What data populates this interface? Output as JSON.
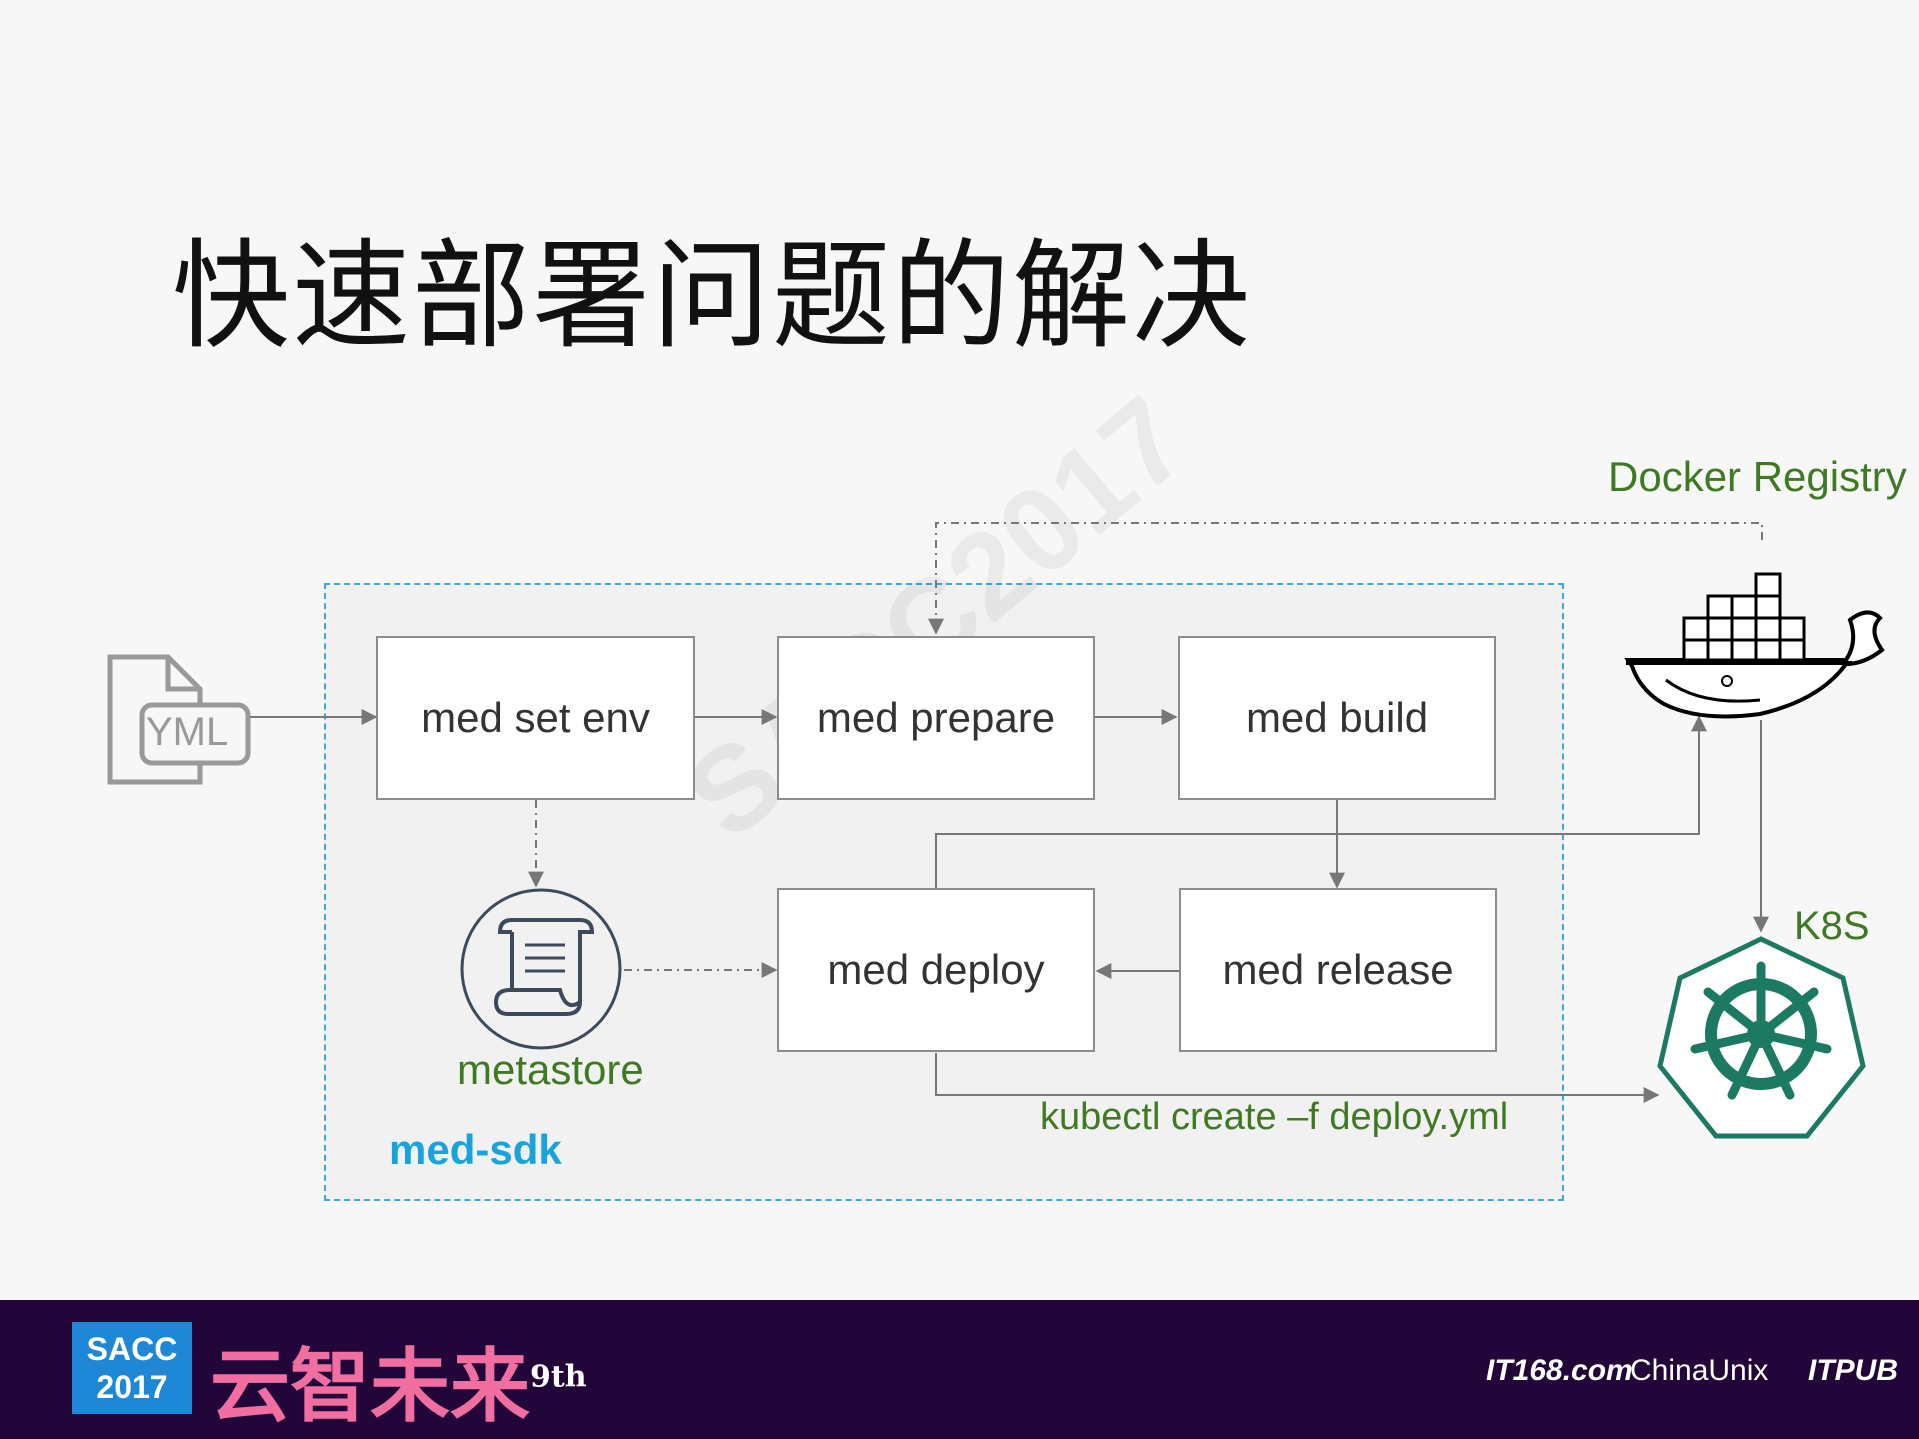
{
  "title": "快速部署问题的解决",
  "watermark": "SACC2017",
  "yml_icon": {
    "label": "YML"
  },
  "boxes": {
    "set_env": "med set env",
    "prepare": "med prepare",
    "build": "med build",
    "deploy": "med deploy",
    "release": "med release"
  },
  "labels": {
    "docker_registry": "Docker Registry",
    "k8s": "K8S",
    "metastore": "metastore",
    "kubectl": "kubectl create –f deploy.yml",
    "sdk": "med-sdk"
  },
  "colors": {
    "green": "#3f7a23",
    "blue": "#19a3de",
    "k8s": "#1c7a63"
  },
  "footer": {
    "badge_line1": "SACC",
    "badge_line2": "2017",
    "slogan": "云智未来",
    "edition": "9th",
    "sponsors": [
      "IT168.com",
      "ChinaUnix",
      "ITPUB"
    ]
  }
}
